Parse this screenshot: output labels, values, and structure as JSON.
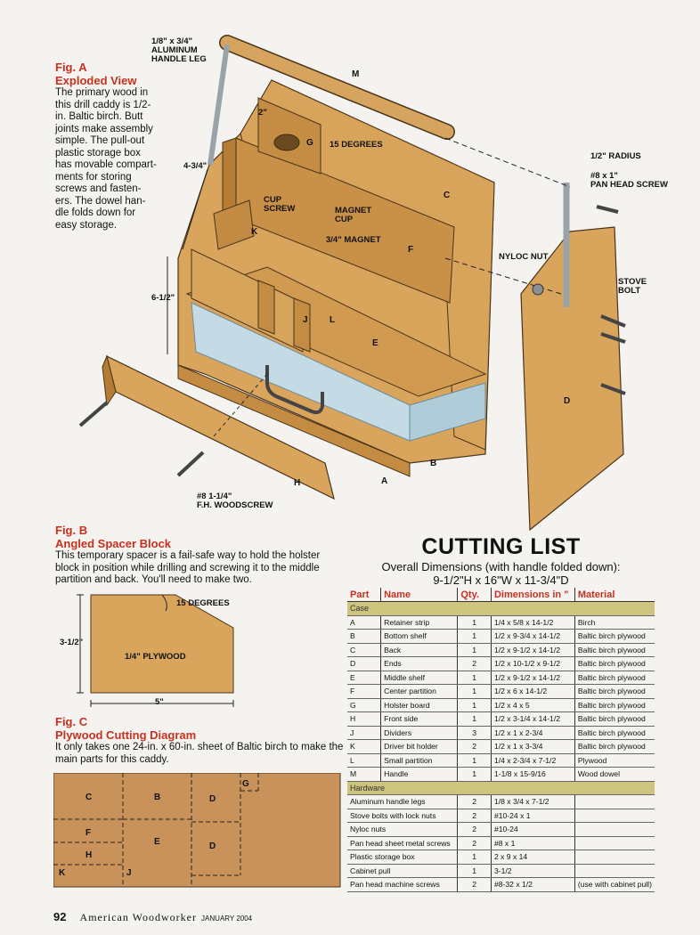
{
  "page": {
    "number": "92",
    "publication": "American Woodworker",
    "date": "JANUARY 2004"
  },
  "figA": {
    "label": "Fig. A",
    "title": "Exploded View",
    "text": "The primary wood in this drill caddy is 1/2-in. Baltic birch. Butt joints make assembly simple. The pull-out plastic storage box has movable compart-ments for storing screws and fasten-ers. The dowel han-dle folds down for easy storage.",
    "callouts": {
      "aluminum_leg": "1/8\" x 3/4\"\nALUMINUM\nHANDLE LEG",
      "degrees": "15 DEGREES",
      "radius": "1/2\" RADIUS",
      "pan_head": "#8 x 1\"\nPAN HEAD SCREW",
      "cup_screw": "CUP\nSCREW",
      "magnet_cup": "MAGNET\nCUP",
      "magnet": "3/4\" MAGNET",
      "nyloc": "NYLOC NUT",
      "stove_bolt": "STOVE\nBOLT",
      "woodscrew": "#8 1-1/4\"\nF.H. WOODSCREW",
      "dim_434": "4-3/4\"",
      "dim_612": "6-1/2\"",
      "dim_2": "2\""
    },
    "parts": {
      "M": "M",
      "G": "G",
      "C": "C",
      "F": "F",
      "K": "K",
      "L": "L",
      "J": "J",
      "E": "E",
      "D": "D",
      "H": "H",
      "A": "A",
      "B": "B"
    }
  },
  "figB": {
    "label": "Fig. B",
    "title": "Angled Spacer Block",
    "text": "This temporary spacer is a fail-safe way to hold the holster block in position while drilling and screwing it to the middle partition and back. You'll need to make two.",
    "angle": "15 DEGREES",
    "material": "1/4\" PLYWOOD",
    "height": "3-1/2\"",
    "width": "5\""
  },
  "figC": {
    "label": "Fig. C",
    "title": "Plywood Cutting Diagram",
    "text": "It only takes one 24-in. x 60-in. sheet of Baltic birch to make the main parts for this caddy.",
    "parts": {
      "C": "C",
      "B": "B",
      "D1": "D",
      "D2": "D",
      "G": "G",
      "F": "F",
      "E": "E",
      "H": "H",
      "K": "K",
      "J": "J"
    }
  },
  "cutting_list": {
    "title": "CUTTING LIST",
    "subtitle_1": "Overall Dimensions (with handle folded down):",
    "subtitle_2": "9-1/2\"H x 16\"W x 11-3/4\"D",
    "headers": [
      "Part",
      "Name",
      "Qty.",
      "Dimensions in \"",
      "Material"
    ],
    "section_case": "Case",
    "case_rows": [
      [
        "A",
        "Retainer strip",
        "1",
        "1/4 x 5/8 x 14-1/2",
        "Birch"
      ],
      [
        "B",
        "Bottom shelf",
        "1",
        "1/2 x 9-3/4 x 14-1/2",
        "Baltic birch plywood"
      ],
      [
        "C",
        "Back",
        "1",
        "1/2 x 9-1/2 x 14-1/2",
        "Baltic birch plywood"
      ],
      [
        "D",
        "Ends",
        "2",
        "1/2 x 10-1/2 x 9-1/2",
        "Baltic birch plywood"
      ],
      [
        "E",
        "Middle shelf",
        "1",
        "1/2 x 9-1/2 x 14-1/2",
        "Baltic birch plywood"
      ],
      [
        "F",
        "Center partition",
        "1",
        "1/2 x 6 x 14-1/2",
        "Baltic birch plywood"
      ],
      [
        "G",
        "Holster board",
        "1",
        "1/2 x 4 x 5",
        "Baltic birch plywood"
      ],
      [
        "H",
        "Front side",
        "1",
        "1/2 x 3-1/4 x 14-1/2",
        "Baltic birch plywood"
      ],
      [
        "J",
        "Dividers",
        "3",
        "1/2 x 1 x 2-3/4",
        "Baltic birch plywood"
      ],
      [
        "K",
        "Driver bit holder",
        "2",
        "1/2 x 1 x 3-3/4",
        "Baltic birch plywood"
      ],
      [
        "L",
        "Small partition",
        "1",
        "1/4 x 2-3/4 x 7-1/2",
        "Plywood"
      ],
      [
        "M",
        "Handle",
        "1",
        "1-1/8 x 15-9/16",
        "Wood dowel"
      ]
    ],
    "section_hardware": "Hardware",
    "hardware_rows": [
      [
        "Aluminum handle legs",
        "2",
        "1/8 x 3/4 x 7-1/2",
        ""
      ],
      [
        "Stove bolts with lock nuts",
        "2",
        "#10-24 x 1",
        ""
      ],
      [
        "Nyloc nuts",
        "2",
        "#10-24",
        ""
      ],
      [
        "Pan head sheet metal screws",
        "2",
        "#8 x 1",
        ""
      ],
      [
        "Plastic storage box",
        "1",
        "2 x 9 x 14",
        ""
      ],
      [
        "Cabinet pull",
        "1",
        "3-1/2",
        ""
      ],
      [
        "Pan head machine screws",
        "2",
        "#8-32 x 1/2",
        "(use with cabinet pull)"
      ]
    ]
  }
}
